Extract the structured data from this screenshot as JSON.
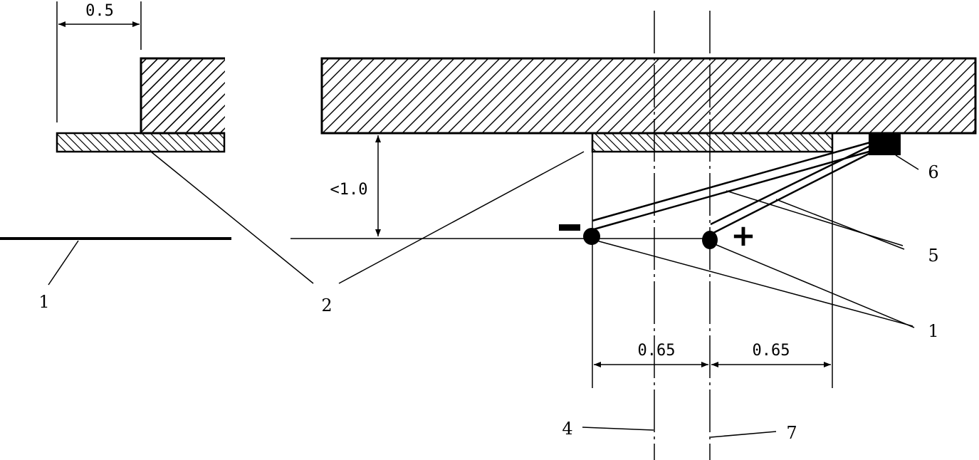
{
  "dimensions": {
    "gap_top_left": "0.5",
    "height_limit": "<1.0",
    "span_left": "0.65",
    "span_right": "0.65"
  },
  "callouts": {
    "c1_left": "1",
    "c2": "2",
    "c4": "4",
    "c5": "5",
    "c6": "6",
    "c7": "7",
    "c1_right": "1"
  },
  "signs": {
    "negative": "−",
    "positive": "+"
  }
}
